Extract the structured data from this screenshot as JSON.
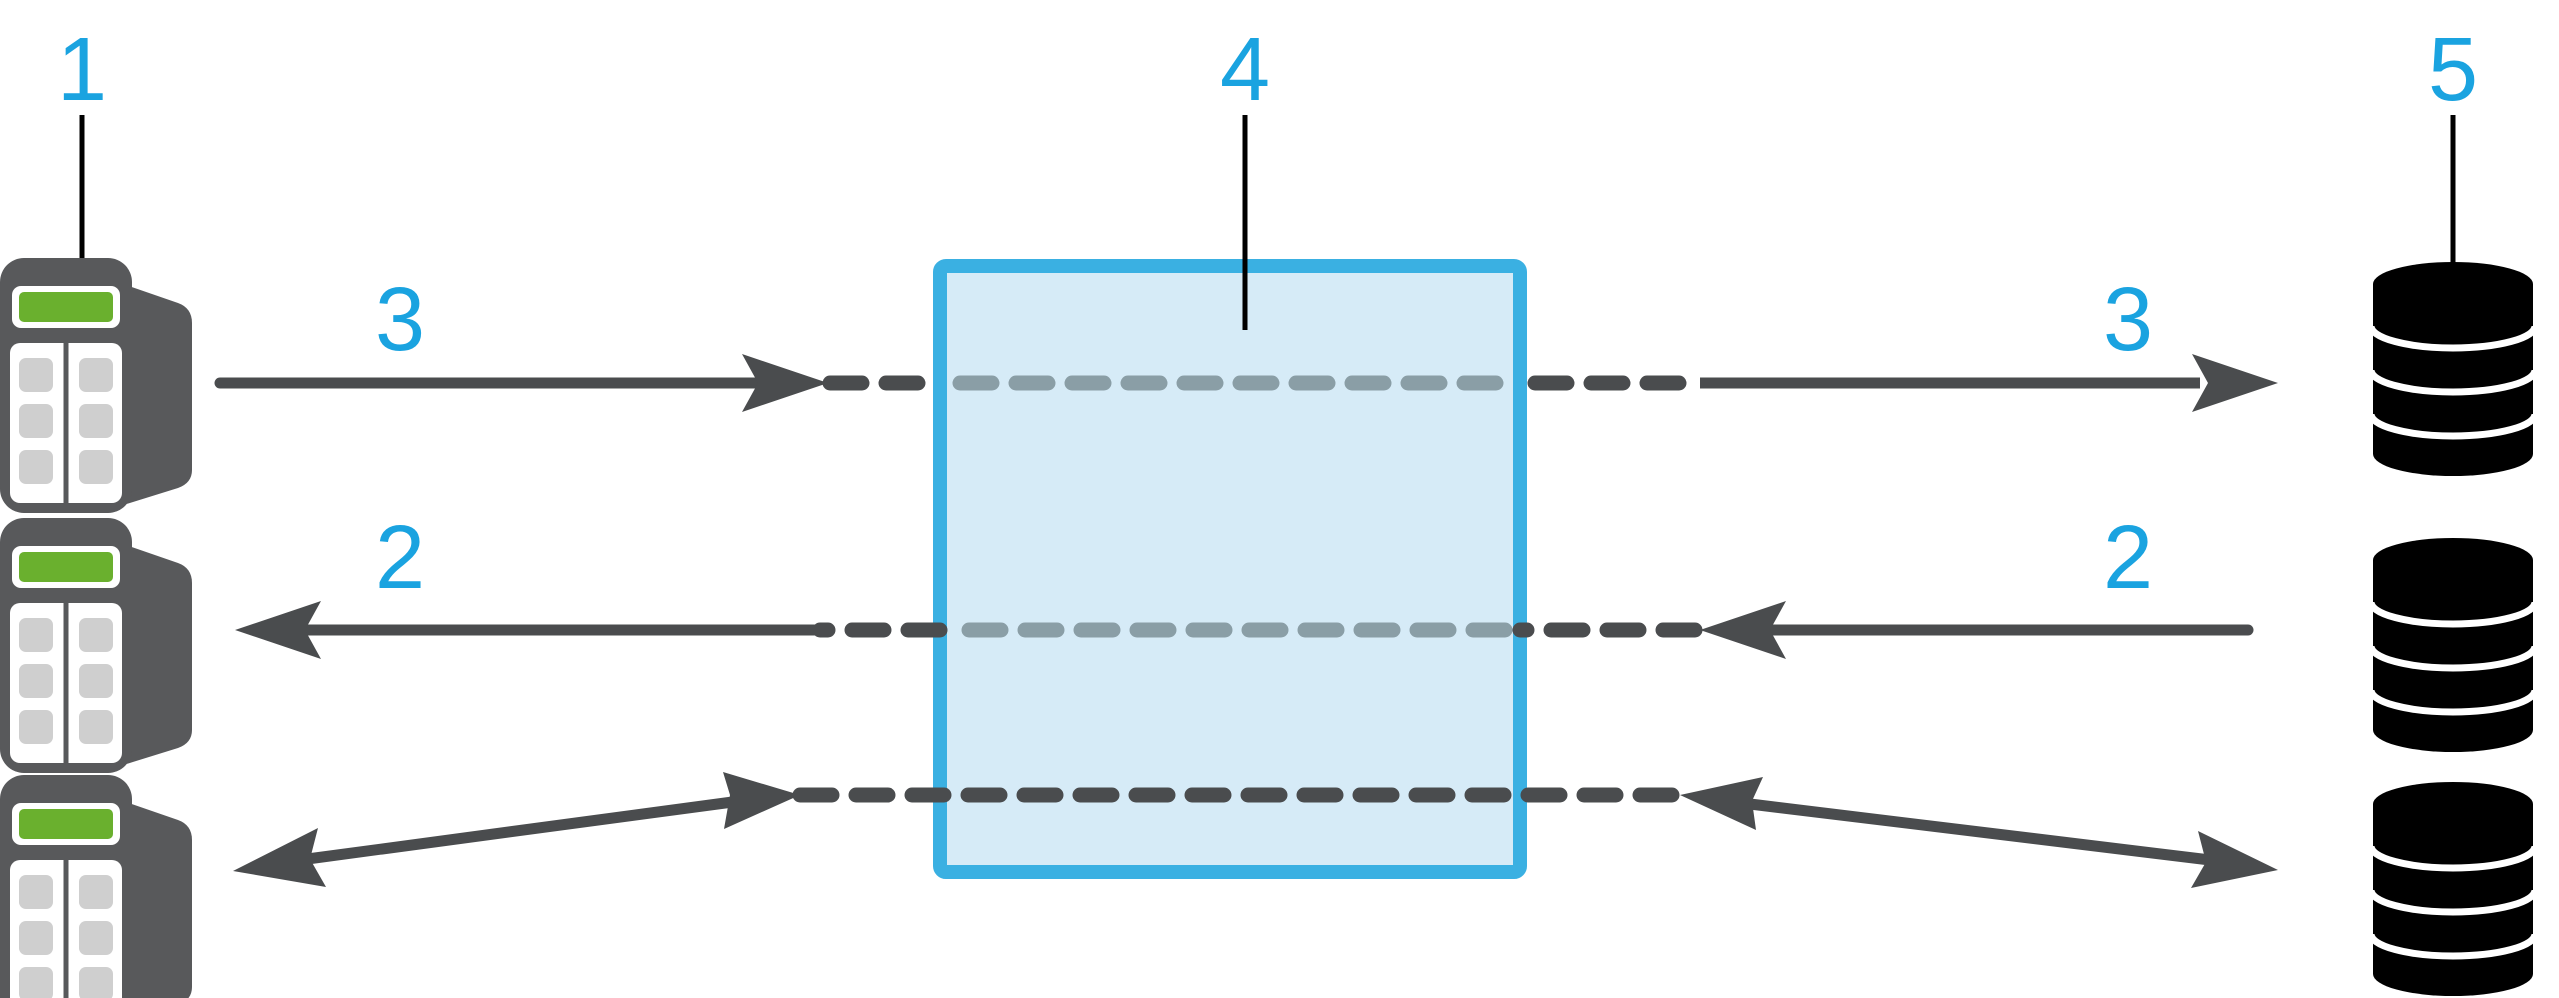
{
  "colors": {
    "callout_text": "#1aa3e0",
    "leader_line": "#000000",
    "arrow": "#4a4c4e",
    "dash_outside": "#4a4c4e",
    "dash_inside": "#8a9ea6",
    "box_fill": "#d6ebf7",
    "box_stroke": "#3ab0e2",
    "device_body": "#58595b",
    "device_screen": "#6ab02e",
    "device_key": "#cfcfcf",
    "database": "#000000"
  },
  "callouts": {
    "device": "1",
    "flow_bottom_left": "2",
    "flow_bottom_right": "2",
    "flow_top_left": "3",
    "flow_top_right": "3",
    "gateway": "4",
    "server": "5"
  },
  "icons": {
    "client": "handheld-terminal-icon",
    "server": "database-stack-icon"
  }
}
